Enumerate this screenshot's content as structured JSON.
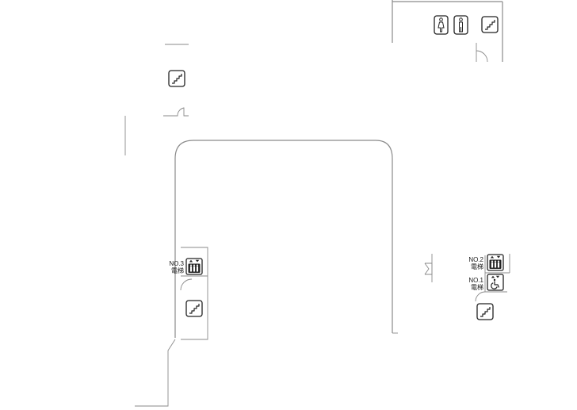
{
  "elevators": [
    {
      "number": "NO.3",
      "label": "電梯"
    },
    {
      "number": "NO.2",
      "label": "電梯"
    },
    {
      "number": "NO.1",
      "label": "電梯"
    }
  ],
  "icons": [
    "stairs-icon",
    "female-restroom-icon",
    "male-restroom-icon",
    "elevator-icon",
    "accessible-elevator-icon"
  ],
  "colors": {
    "wall": "#8a8a8a",
    "icon": "#222222",
    "background": "#ffffff"
  }
}
